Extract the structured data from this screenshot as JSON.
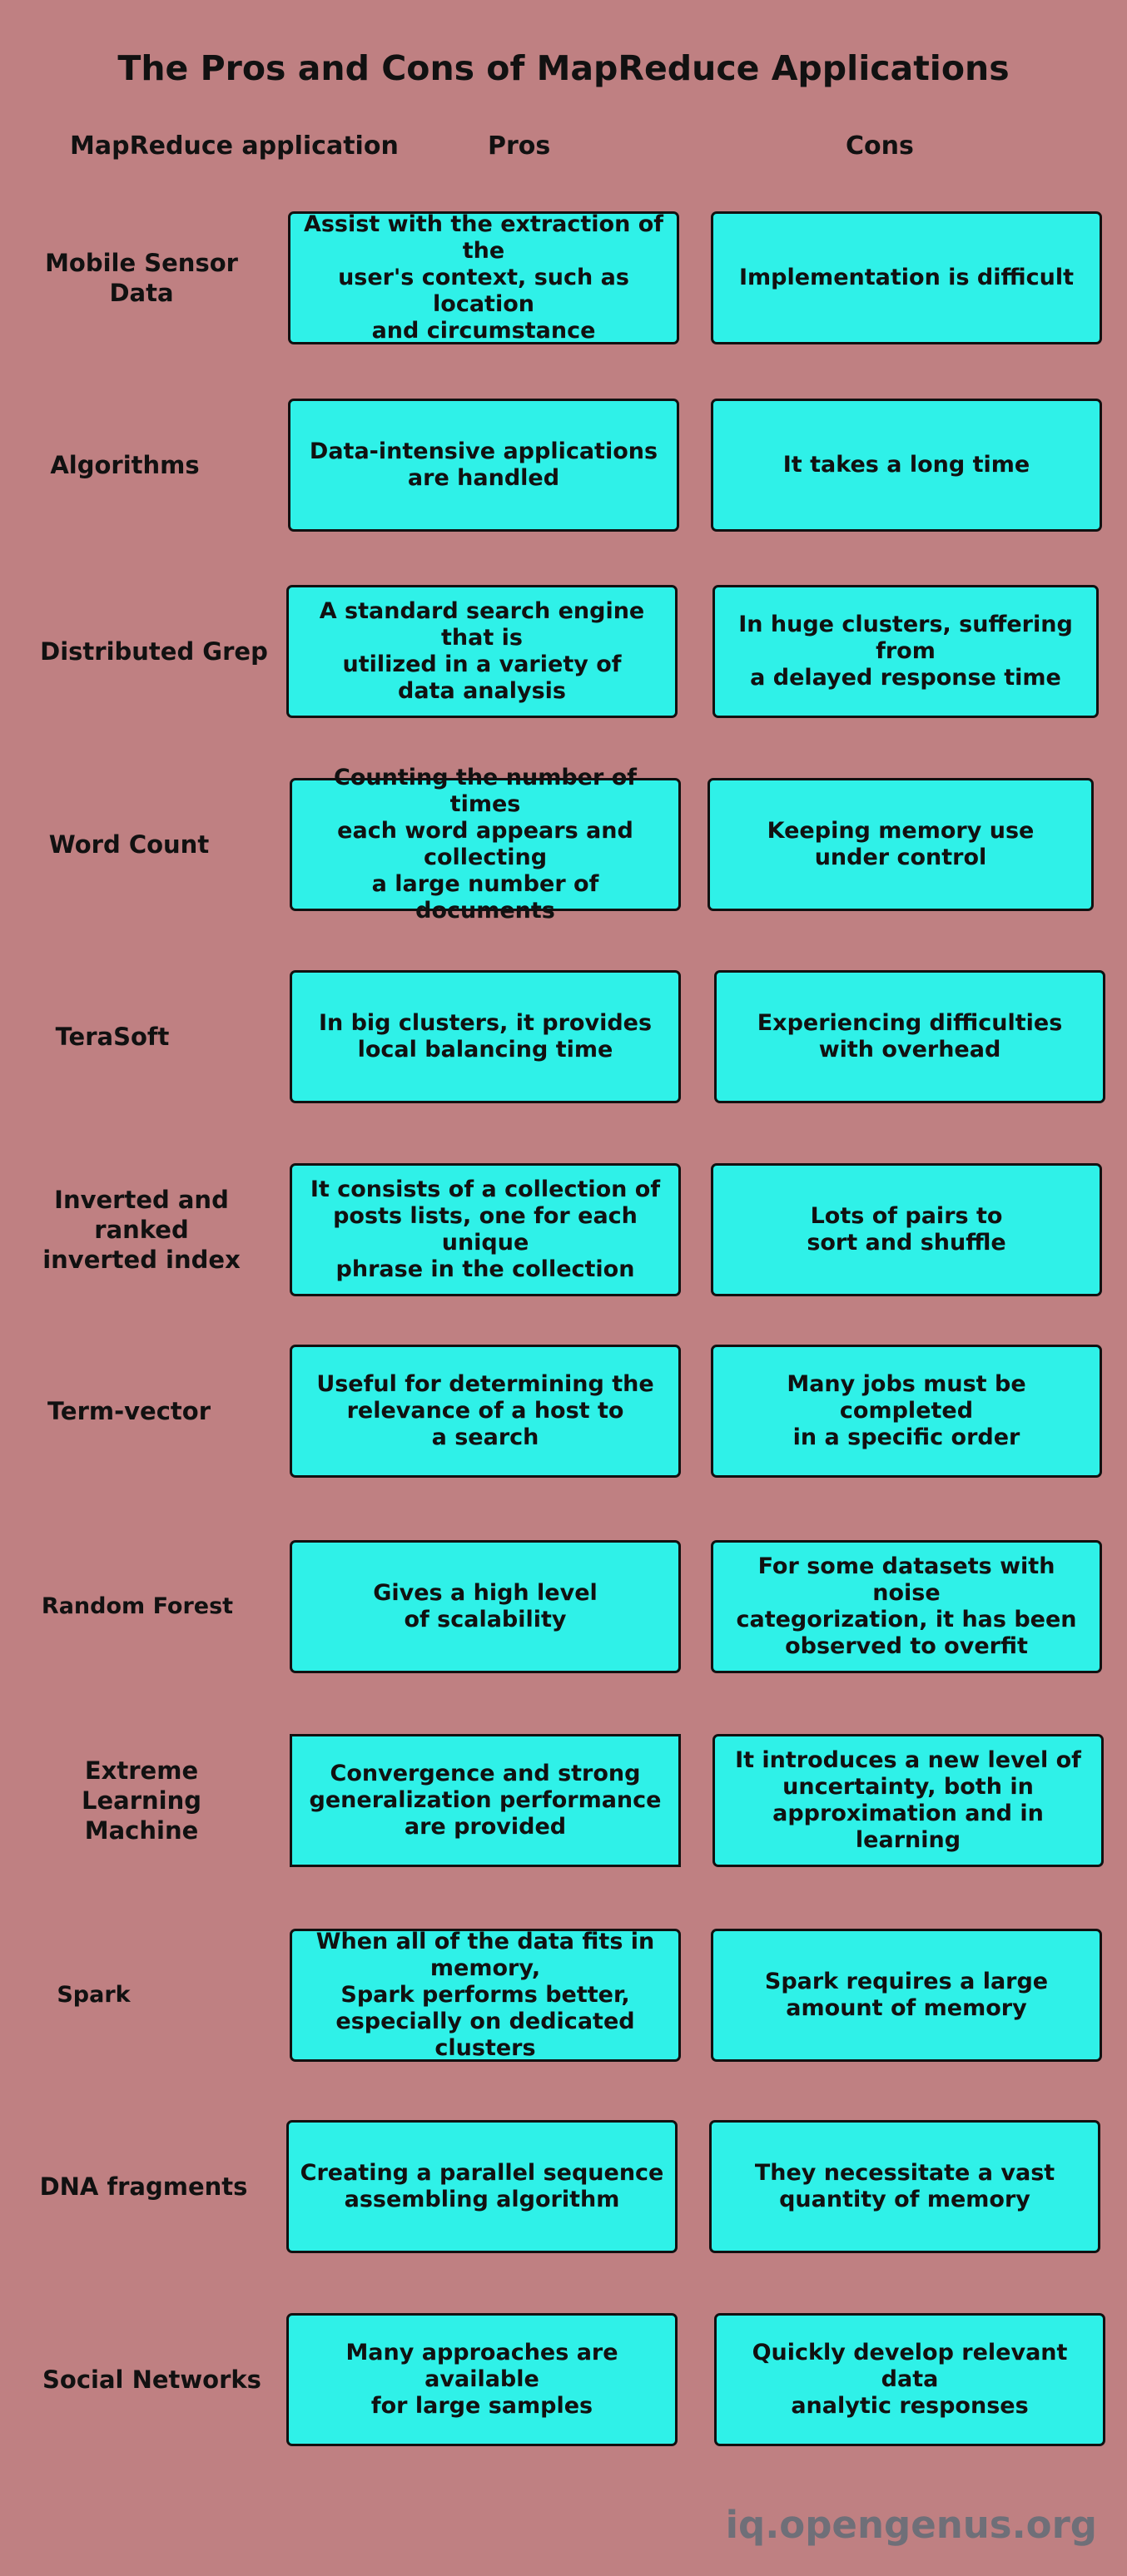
{
  "title": "The Pros and Cons of MapReduce Applications",
  "headers": {
    "application": "MapReduce application",
    "pros": "Pros",
    "cons": "Cons"
  },
  "colors": {
    "background": "#bf8082",
    "box_fill": "#2ff1e8",
    "box_border": "#111111",
    "watermark": "#6f6f78"
  },
  "rows": [
    {
      "application": "Mobile Sensor\nData",
      "pros": "Assist with the extraction of the\nuser's context, such as location\nand circumstance",
      "cons": "Implementation is difficult"
    },
    {
      "application": "Algorithms",
      "pros": "Data-intensive applications\nare handled",
      "cons": "It takes a long time"
    },
    {
      "application": "Distributed Grep",
      "pros": "A standard search engine that is\nutilized in a variety of\ndata analysis",
      "cons": "In huge clusters, suffering from\na delayed response time"
    },
    {
      "application": "Word Count",
      "pros": "Counting the number of times\neach word appears and collecting\na large number of documents",
      "cons": "Keeping memory use\nunder control"
    },
    {
      "application": "TeraSoft",
      "pros": "In big clusters, it provides\nlocal balancing time",
      "cons": "Experiencing difficulties\nwith overhead"
    },
    {
      "application": "Inverted and\nranked\ninverted index",
      "pros": "It consists of a collection of\nposts lists, one for each unique\nphrase  in the collection",
      "cons": "Lots of pairs to\nsort and shuffle"
    },
    {
      "application": "Term-vector",
      "pros": "Useful for determining the\nrelevance of a host to\na search",
      "cons": "Many jobs must be completed\nin a specific order"
    },
    {
      "application": "Random Forest",
      "pros": "Gives a high level\nof scalability",
      "cons": "For some datasets with noise\ncategorization, it has been\nobserved to overfit"
    },
    {
      "application": "Extreme Learning\nMachine",
      "pros": "Convergence and strong\ngeneralization performance\nare provided",
      "cons": "It introduces a new level of\nuncertainty, both in\napproximation and in learning"
    },
    {
      "application": "Spark",
      "pros": "When all of the data fits in memory,\nSpark performs better,\nespecially on dedicated clusters",
      "cons": "Spark requires a large\namount of memory"
    },
    {
      "application": "DNA fragments",
      "pros": "Creating a parallel sequence\nassembling algorithm",
      "cons": "They necessitate a vast\nquantity of memory"
    },
    {
      "application": "Social Networks",
      "pros": "Many approaches are available\nfor large samples",
      "cons": "Quickly develop relevant data\nanalytic responses"
    }
  ],
  "watermark": "iq.opengenus.org"
}
